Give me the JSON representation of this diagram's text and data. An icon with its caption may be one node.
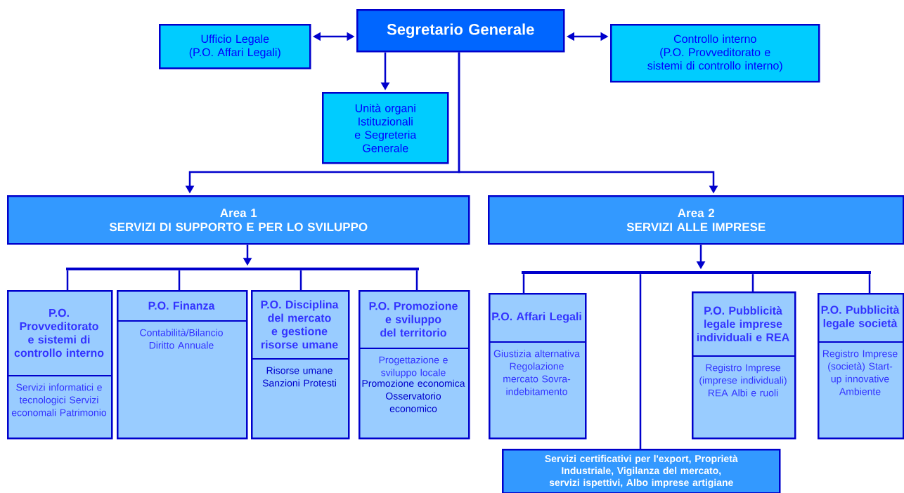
{
  "diagram": {
    "nodes": [
      {
        "text": [
          "Segretario Generale"
        ]
      },
      {
        "text": [
          "Ufficio Legale",
          "(P.O. Affari Legali)"
        ]
      },
      {
        "text": [
          "Controllo interno",
          "(P.O. Provveditorato e sistemi di controllo interno)"
        ]
      },
      {
        "text": [
          "Unità organi Istituzionali e Segreteria Generale"
        ]
      },
      {
        "text": [
          "Area 1",
          "SERVIZI DI SUPPORTO E PER LO SVILUPPO"
        ]
      },
      {
        "text": [
          "Area 2",
          "SERVIZI ALLE IMPRESE"
        ]
      },
      {
        "text": [],
        "shape": "bar"
      },
      {
        "text": [
          "P.O. Provveditorato e sistemi di controllo interno",
          "Servizi informatici e tecnologici Servizi economali Patrimonio"
        ]
      },
      {
        "text": [
          "P.O. Finanza",
          "Contabilità/Bilancio Diritto Annuale"
        ]
      },
      {
        "text": [
          "P.O. Disciplina del mercato e gestione risorse umane",
          "Risorse umane Sanzioni Protesti"
        ]
      },
      {
        "text": [
          "P.O. Promozione e sviluppo del territorio",
          "Progettazione e sviluppo locale",
          "Promozione economica Osservatorio economico"
        ]
      },
      {
        "text": [],
        "shape": "bar"
      },
      {
        "text": [
          "P.O. Affari Legali",
          "Giustizia alternativa Regolazione mercato Sovra-indebitamento"
        ]
      },
      {
        "text": [
          "P.O. Pubblicità legale imprese individuali e REA",
          "Registro Imprese (imprese individuali) REA Albi e ruoli"
        ]
      },
      {
        "text": [
          "P.O. Pubblicità legale società",
          "Registro Imprese (società) Start-up innovative Ambiente"
        ]
      },
      {
        "text": [
          "Servizi certificativi per l'export, Proprietà Industriale, Vigilanza del mercato, servizi ispettivi, Albo imprese artigiane"
        ]
      }
    ],
    "edges": [
      {
        "from": 0,
        "to": 1,
        "arrow": "both"
      },
      {
        "from": 0,
        "to": 2,
        "arrow": "both"
      },
      {
        "from": 0,
        "to": 3,
        "arrow": "to"
      },
      {
        "from": 0,
        "to": 4,
        "arrow": "to"
      },
      {
        "from": 0,
        "to": 5,
        "arrow": "to"
      },
      {
        "from": 4,
        "to": 6,
        "arrow": "to"
      },
      {
        "from": 6,
        "to": 7,
        "arrow": "none"
      },
      {
        "from": 6,
        "to": 8,
        "arrow": "none"
      },
      {
        "from": 6,
        "to": 9,
        "arrow": "none"
      },
      {
        "from": 6,
        "to": 10,
        "arrow": "none"
      },
      {
        "from": 5,
        "to": 11,
        "arrow": "to"
      },
      {
        "from": 11,
        "to": 12,
        "arrow": "none"
      },
      {
        "from": 11,
        "to": 13,
        "arrow": "none"
      },
      {
        "from": 11,
        "to": 14,
        "arrow": "none"
      },
      {
        "from": 11,
        "to": 15,
        "arrow": "none"
      }
    ]
  }
}
